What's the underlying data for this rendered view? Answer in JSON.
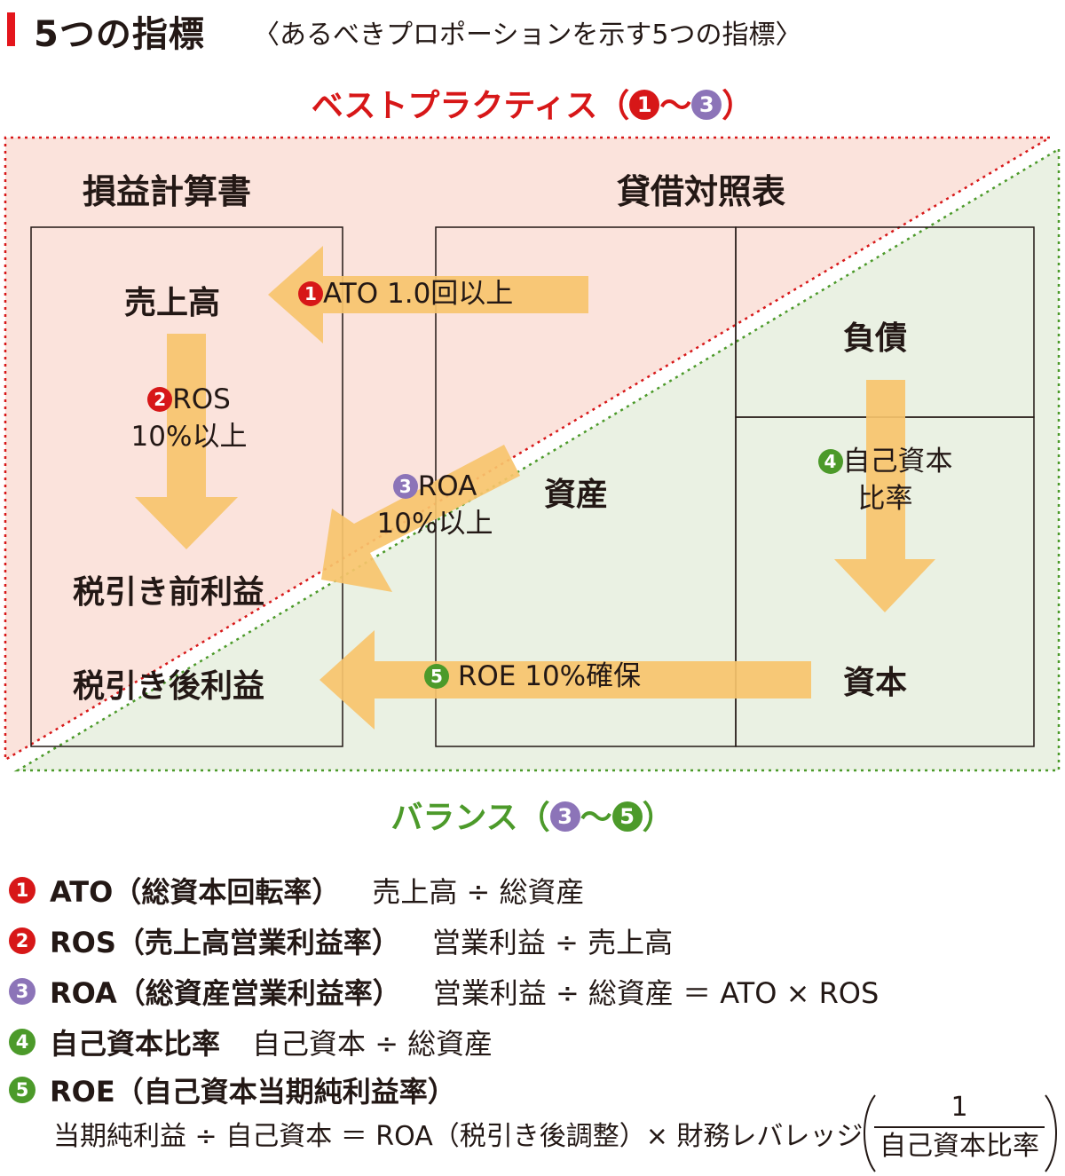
{
  "header": {
    "title": "5つの指標",
    "subtitle": "〈あるべきプロポーションを示す5つの指標〉"
  },
  "zones": {
    "best_practice": {
      "label": "ベストプラクティス（",
      "from": "1",
      "tilde": "〜",
      "to": "3",
      "close": "）",
      "color": "#d71718"
    },
    "balance": {
      "label": "バランス（",
      "from": "3",
      "tilde": "〜",
      "to": "5",
      "close": "）",
      "color": "#4c9a2a"
    }
  },
  "statements": {
    "income": {
      "heading": "損益計算書",
      "items": [
        "売上高",
        "税引き前利益",
        "税引き後利益"
      ]
    },
    "balance_sheet": {
      "heading": "貸借対照表",
      "assets": "資産",
      "liabilities": "負債",
      "equity": "資本"
    }
  },
  "arrows": {
    "ato": {
      "num": "1",
      "text": "ATO 1.0回以上"
    },
    "ros": {
      "num": "2",
      "line1": "ROS",
      "line2": "10%以上"
    },
    "roa": {
      "num": "3",
      "line1": "ROA",
      "line2": "10%以上"
    },
    "equity_ratio": {
      "num": "4",
      "line1": "自己資本",
      "line2": "比率"
    },
    "roe": {
      "num": "5",
      "text": "ROE 10%確保"
    }
  },
  "legend": [
    {
      "num": "1",
      "name": "ATO（総資本回転率）",
      "formula": "売上高 ÷ 総資産"
    },
    {
      "num": "2",
      "name": "ROS（売上高営業利益率）",
      "formula": "営業利益 ÷ 売上高"
    },
    {
      "num": "3",
      "name": "ROA（総資産営業利益率）",
      "formula": "営業利益 ÷ 総資産 ＝ ATO × ROS"
    },
    {
      "num": "4",
      "name": "自己資本比率",
      "formula": "自己資本 ÷ 総資産"
    },
    {
      "num": "5",
      "name": "ROE（自己資本当期純利益率）",
      "formula": ""
    }
  ],
  "roe_formula": {
    "text": "当期純利益 ÷ 自己資本 ＝ ROA（税引き後調整）× 財務レバレッジ",
    "numerator": "1",
    "denominator": "自己資本比率"
  },
  "colors": {
    "accent_red": "#d71718",
    "accent_green": "#4c9a2a",
    "accent_purple": "#8c74b8",
    "arrow": "#f7c46c",
    "pink_zone": "#fbe3dc",
    "green_zone": "#eaf1e3"
  }
}
